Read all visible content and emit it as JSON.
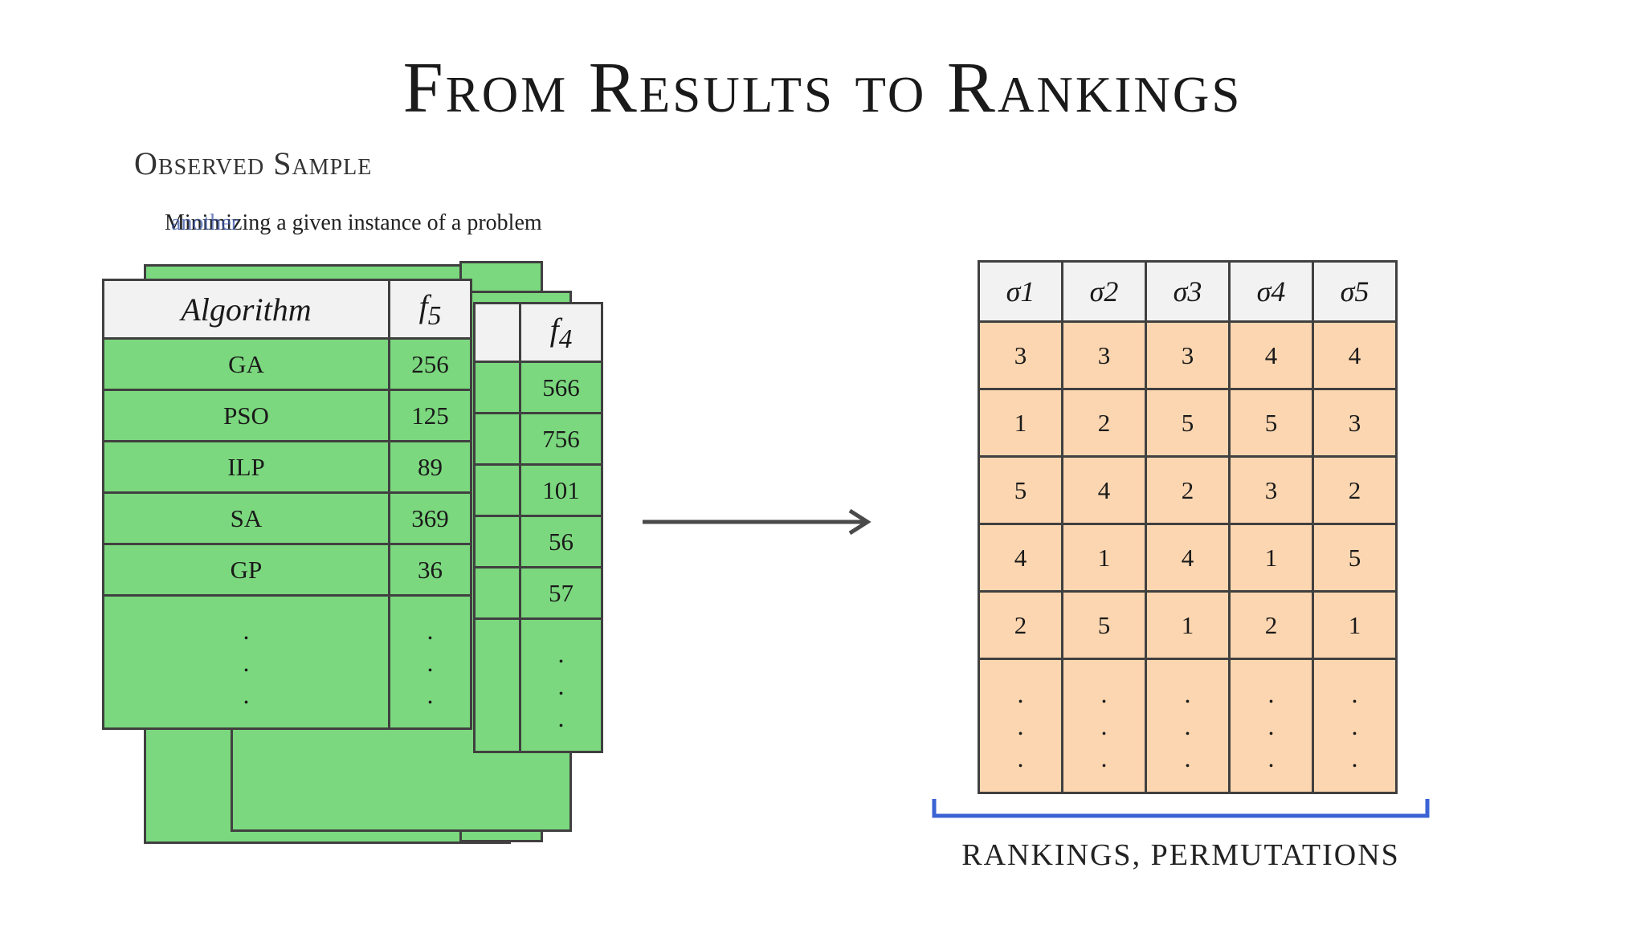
{
  "title": "From Results to Rankings",
  "subtitle": "Observed Sample",
  "caption": {
    "text": "Minimizing a given instance of a problem",
    "overlay": "another"
  },
  "results_front": {
    "headers": [
      "Algorithm",
      "f5"
    ],
    "rows": [
      [
        "GA",
        "256"
      ],
      [
        "PSO",
        "125"
      ],
      [
        "ILP",
        "89"
      ],
      [
        "SA",
        "369"
      ],
      [
        "GP",
        "36"
      ]
    ]
  },
  "results_back": {
    "header": "f4",
    "values": [
      "566",
      "756",
      "101",
      "56",
      "57"
    ]
  },
  "rankings": {
    "headers": [
      "σ1",
      "σ2",
      "σ3",
      "σ4",
      "σ5"
    ],
    "rows": [
      [
        "3",
        "3",
        "3",
        "4",
        "4"
      ],
      [
        "1",
        "2",
        "5",
        "5",
        "3"
      ],
      [
        "5",
        "4",
        "2",
        "3",
        "2"
      ],
      [
        "4",
        "1",
        "4",
        "1",
        "5"
      ],
      [
        "2",
        "5",
        "1",
        "2",
        "1"
      ]
    ]
  },
  "bottom_label": "RANKINGS, PERMUTATIONS",
  "colors": {
    "result_cell": "#7bd87e",
    "ranking_cell": "#fcd6b0",
    "header_cell": "#f2f2f2",
    "bracket": "#3b63d6",
    "arrow": "#4a4a4a"
  }
}
